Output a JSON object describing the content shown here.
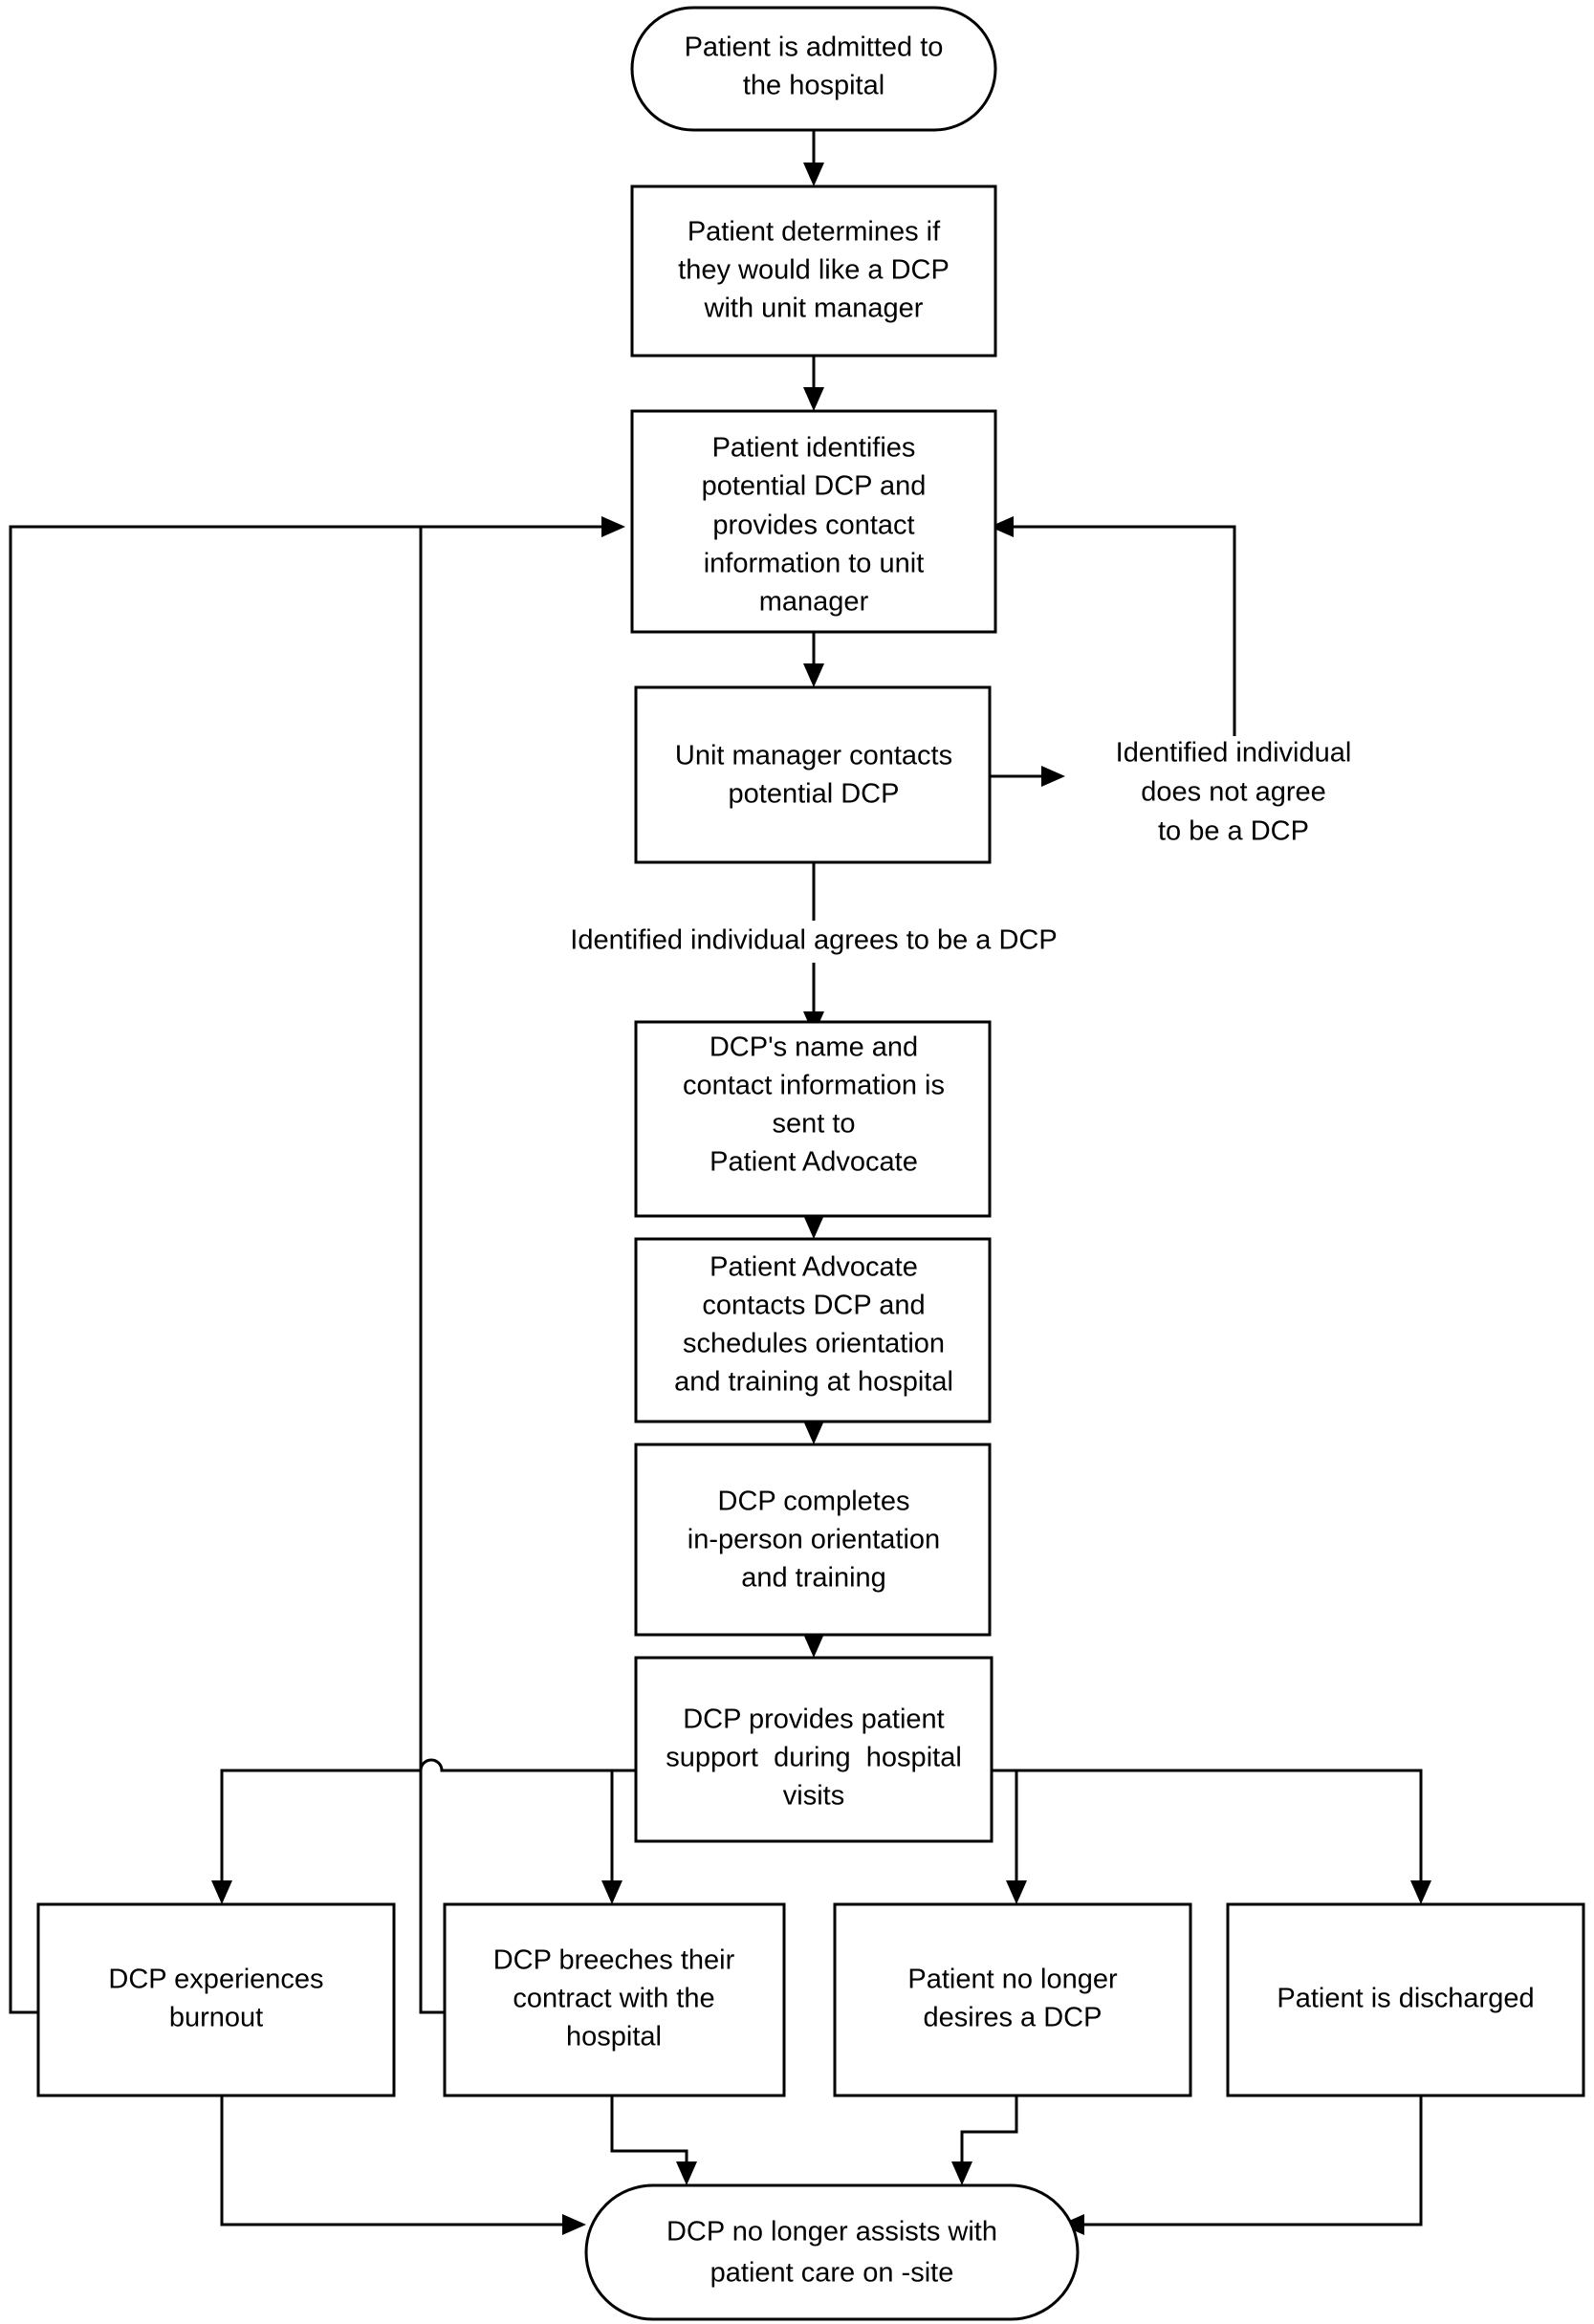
{
  "diagram": {
    "title": "DCP patient support process flowchart",
    "background_color": "#ffffff",
    "line_color": "#000000",
    "text_color": "#000000"
  },
  "nodes": {
    "start": {
      "shape": "stadium",
      "lines": [
        "Patient is admitted to",
        "the hospital"
      ]
    },
    "determine": {
      "shape": "rect",
      "lines": [
        "Patient determines if",
        "they would like a DCP",
        "with unit manager"
      ]
    },
    "identify": {
      "shape": "rect",
      "lines": [
        "Patient identifies",
        "potential DCP and",
        "provides contact",
        "information to unit",
        "manager"
      ]
    },
    "contact": {
      "shape": "rect",
      "lines": [
        "Unit manager contacts",
        "potential DCP"
      ]
    },
    "send_info": {
      "shape": "rect",
      "lines": [
        "DCP's name and",
        "contact information is",
        "sent to",
        "Patient Advocate"
      ]
    },
    "advocate": {
      "shape": "rect",
      "lines": [
        "Patient Advocate",
        "contacts DCP and",
        "schedules orientation",
        "and training at hospital"
      ]
    },
    "training": {
      "shape": "rect",
      "lines": [
        "DCP completes",
        "in-person orientation",
        "and training"
      ]
    },
    "support": {
      "shape": "rect",
      "lines": [
        "DCP provides patient",
        "support  during  hospital",
        "visits"
      ]
    },
    "burnout": {
      "shape": "rect",
      "lines": [
        "DCP experiences",
        "burnout"
      ]
    },
    "breech": {
      "shape": "rect",
      "lines": [
        "DCP breeches their",
        "contract with the",
        "hospital"
      ]
    },
    "no_longer_desires": {
      "shape": "rect",
      "lines": [
        "Patient no longer",
        "desires a DCP"
      ]
    },
    "discharged": {
      "shape": "rect",
      "lines": [
        "Patient is discharged"
      ]
    },
    "end": {
      "shape": "stadium",
      "lines": [
        "DCP no longer assists with",
        "patient care on -site"
      ]
    }
  },
  "floating_labels": {
    "does_not_agree": {
      "lines": [
        "Identified individual",
        "does not agree",
        "to be a DCP"
      ]
    },
    "agrees": {
      "lines": [
        "Identified individual agrees to be a DCP"
      ]
    }
  },
  "edges": [
    {
      "from": "start",
      "to": "determine",
      "label": ""
    },
    {
      "from": "determine",
      "to": "identify",
      "label": ""
    },
    {
      "from": "identify",
      "to": "contact",
      "label": ""
    },
    {
      "from": "contact",
      "to": "does_not_agree",
      "label": ""
    },
    {
      "from": "does_not_agree",
      "to": "identify",
      "label": ""
    },
    {
      "from": "contact",
      "to": "send_info",
      "label": "Identified individual agrees to be a DCP"
    },
    {
      "from": "send_info",
      "to": "advocate",
      "label": ""
    },
    {
      "from": "advocate",
      "to": "training",
      "label": ""
    },
    {
      "from": "training",
      "to": "support",
      "label": ""
    },
    {
      "from": "support",
      "to": "burnout",
      "label": ""
    },
    {
      "from": "support",
      "to": "breech",
      "label": ""
    },
    {
      "from": "support",
      "to": "no_longer_desires",
      "label": ""
    },
    {
      "from": "support",
      "to": "discharged",
      "label": ""
    },
    {
      "from": "burnout",
      "to": "end",
      "label": ""
    },
    {
      "from": "breech",
      "to": "end",
      "label": ""
    },
    {
      "from": "no_longer_desires",
      "to": "end",
      "label": ""
    },
    {
      "from": "discharged",
      "to": "end",
      "label": ""
    },
    {
      "from": "burnout",
      "to": "identify",
      "label": ""
    },
    {
      "from": "breech",
      "to": "identify",
      "label": ""
    }
  ]
}
